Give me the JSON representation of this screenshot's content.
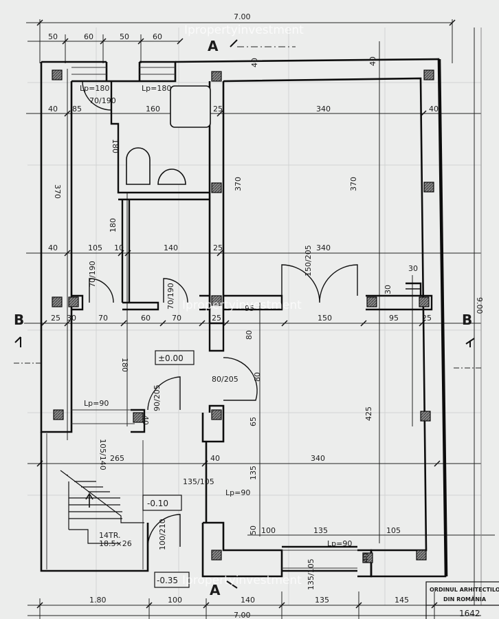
{
  "overall": {
    "width": "7.00",
    "height": "9.00",
    "bottom_width": "7.00"
  },
  "watermark": "Ipropertyinvestment",
  "section_marks": {
    "a": "A",
    "b": "B"
  },
  "top_dims": [
    "50",
    "60",
    "50",
    "60"
  ],
  "row_dims": {
    "r1": [
      "40",
      "85",
      "160",
      "25",
      "340",
      "40"
    ],
    "r2": [
      "40",
      "105",
      "10",
      "140",
      "25",
      "340"
    ],
    "r3": [
      "25",
      "30",
      "70",
      "60",
      "70",
      "25",
      "95",
      "150",
      "95",
      "25"
    ],
    "r4": [
      "265",
      "340"
    ],
    "r5": [
      "100",
      "135",
      "105"
    ]
  },
  "vertical_dims": [
    "370",
    "370",
    "370",
    "180",
    "180",
    "180",
    "80",
    "80",
    "65",
    "425",
    "135",
    "50",
    "40",
    "40",
    "40",
    "40",
    "40"
  ],
  "door_labels": [
    "70/190",
    "70/190",
    "150/205",
    "80/205",
    "90/205",
    "100/210",
    "135/105",
    "105/140",
    "135/105",
    "70/190",
    "30",
    "30"
  ],
  "lp_labels": [
    "Lp=180",
    "Lp=180",
    "Lp=90",
    "Lp=90",
    "Lp=90"
  ],
  "levels": [
    "±0.00",
    "-0.10",
    "-0.35"
  ],
  "stairs": {
    "label": "14TR.",
    "size": "18.5×26"
  },
  "bottom_dims": [
    "1.80",
    "100",
    "140",
    "135",
    "145"
  ],
  "stamp": {
    "line1": "ORDINUL ARHITECTILOR",
    "line2": "DIN ROMÂNIA",
    "number": "1642"
  }
}
